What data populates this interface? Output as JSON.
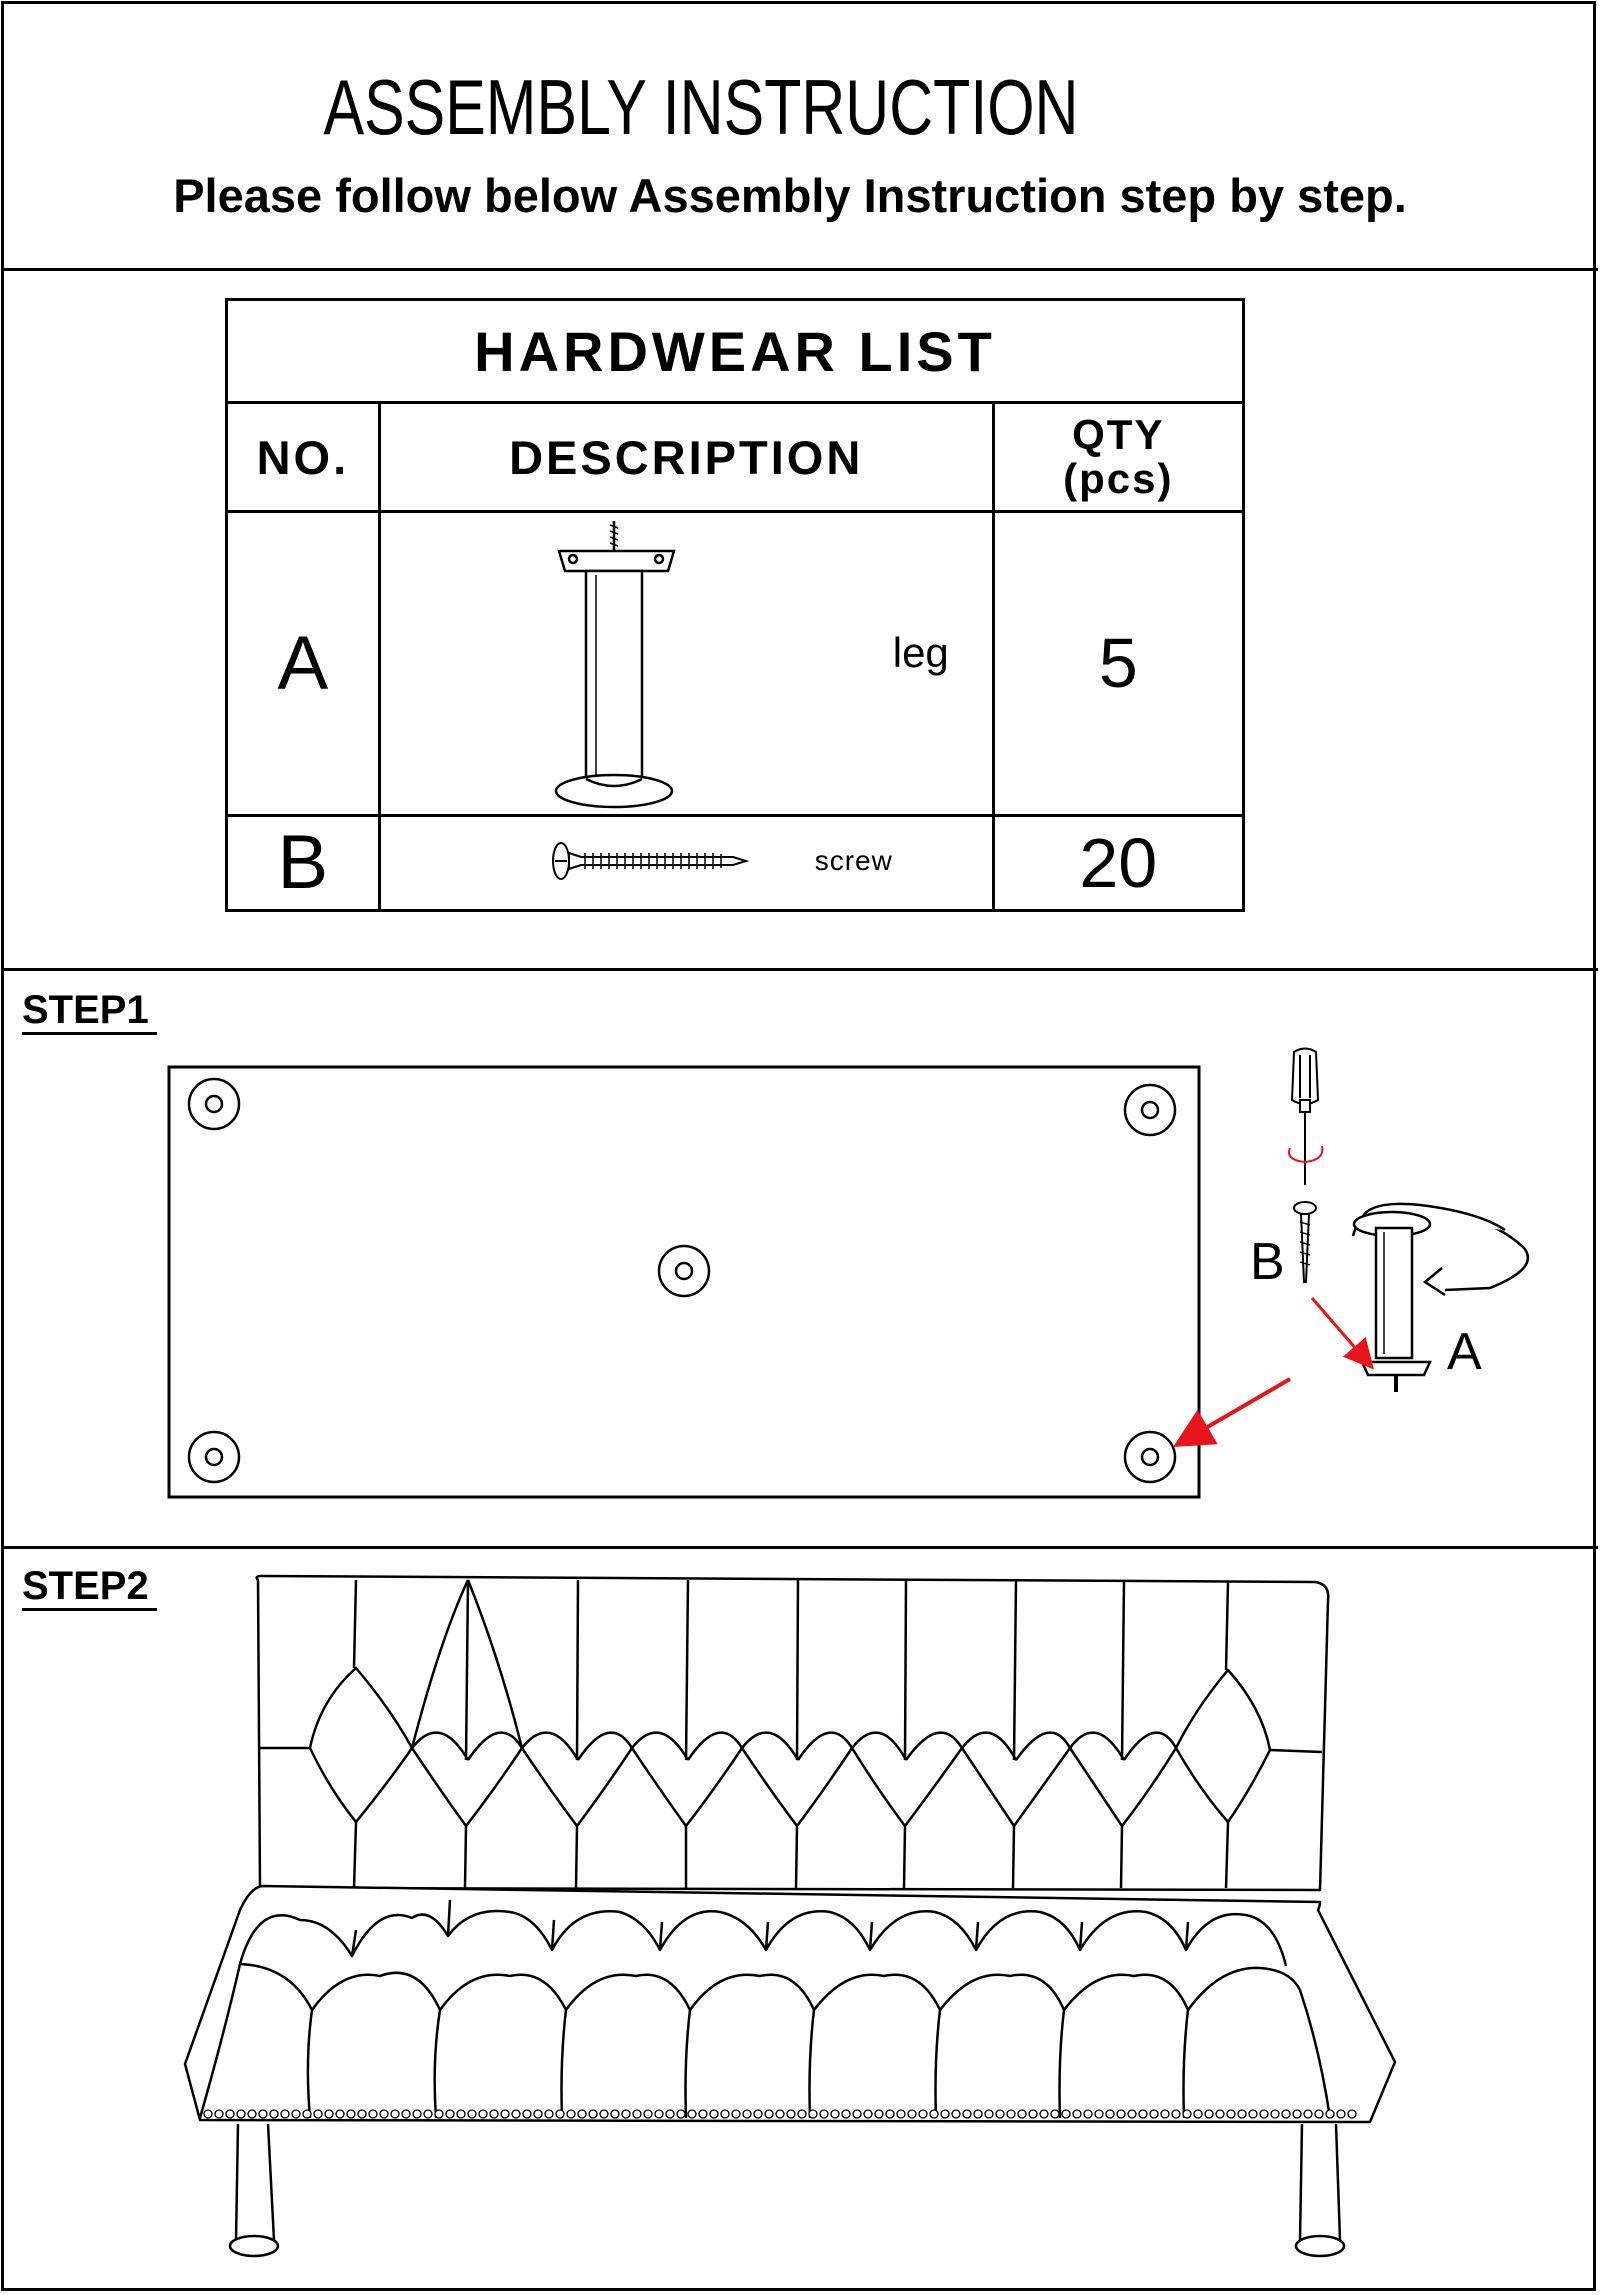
{
  "header": {
    "title": "ASSEMBLY INSTRUCTION",
    "subtitle": "Please follow below Assembly Instruction step by step."
  },
  "hardware_list": {
    "title": "HARDWEAR LIST",
    "columns": {
      "no": "NO.",
      "description": "DESCRIPTION",
      "qty_line1": "QTY",
      "qty_line2": "(pcs)"
    },
    "rows": [
      {
        "no": "A",
        "description": "leg",
        "qty": "5",
        "icon": "leg-icon"
      },
      {
        "no": "B",
        "description": "screw",
        "qty": "20",
        "icon": "screw-icon"
      }
    ]
  },
  "step1": {
    "label": "STEP1",
    "part_labels": {
      "screw": "B",
      "leg": "A"
    },
    "arrow_color": "#e8141b"
  },
  "step2": {
    "label": "STEP2"
  }
}
